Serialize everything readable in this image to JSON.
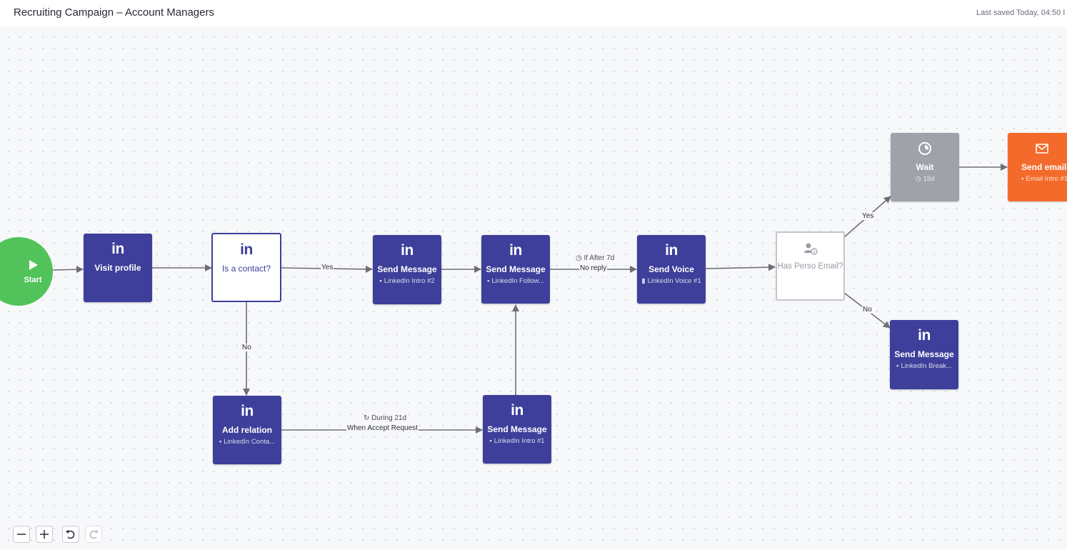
{
  "header": {
    "title": "Recruiting Campaign – Account Managers",
    "last_saved": "Last saved Today, 04:50 I"
  },
  "nodes": {
    "start": {
      "label": "Start"
    },
    "visit_profile": {
      "label": "Visit profile",
      "icon": "linkedin-icon"
    },
    "is_contact": {
      "label": "Is a contact?",
      "icon": "linkedin-icon"
    },
    "send_message_1": {
      "label": "Send Message",
      "sub": "LinkedIn Intro #2",
      "icon": "linkedin-icon"
    },
    "send_message_2": {
      "label": "Send Message",
      "sub": "LinkedIn Follow...",
      "icon": "linkedin-icon"
    },
    "send_voice": {
      "label": "Send Voice",
      "sub": "LinkedIn Voice #1",
      "icon": "linkedin-icon"
    },
    "has_perso_email": {
      "label": "Has Perso Email?",
      "icon": "user-info-icon"
    },
    "wait": {
      "label": "Wait",
      "sub": "15d",
      "icon": "clock-icon"
    },
    "send_email": {
      "label": "Send email",
      "sub": "Email Intro #1",
      "icon": "mail-icon"
    },
    "send_message_3": {
      "label": "Send Message",
      "sub": "LinkedIn Break...",
      "icon": "linkedin-icon"
    },
    "add_relation": {
      "label": "Add relation",
      "sub": "LinkedIn Conta...",
      "icon": "linkedin-icon"
    },
    "send_message_4": {
      "label": "Send Message",
      "sub": "LinkedIn Intro #1",
      "icon": "linkedin-icon"
    }
  },
  "edge_labels": {
    "yes_contact": "Yes",
    "no_contact": "No",
    "if_after": "If After 7d",
    "no_reply": "No reply",
    "during": "During 21d",
    "when_accept": "When Accept Request",
    "yes_email": "Yes",
    "no_email": "No"
  },
  "linkedin_glyph": "in",
  "colors": {
    "linkedin_node": "#3d3f9a",
    "start": "#52c35a",
    "wait": "#9fa2a8",
    "email": "#f46a2b",
    "edge": "#6e6e78"
  },
  "controls": [
    "zoom-out-icon",
    "zoom-in-icon",
    "undo-icon",
    "redo-icon"
  ]
}
